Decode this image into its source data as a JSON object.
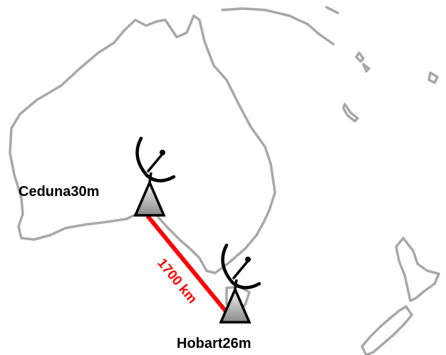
{
  "map": {
    "link_color": "#ff0000",
    "coast_color": "#a8a8a8",
    "antenna_fill_top": "#f2f2f2",
    "antenna_fill_bottom": "#8a8a8a"
  },
  "stations": {
    "ceduna": {
      "label": "Ceduna30m",
      "icon": "radio-telescope-icon"
    },
    "hobart": {
      "label": "Hobart26m",
      "icon": "radio-telescope-icon"
    }
  },
  "baseline": {
    "label": "1700 km"
  }
}
